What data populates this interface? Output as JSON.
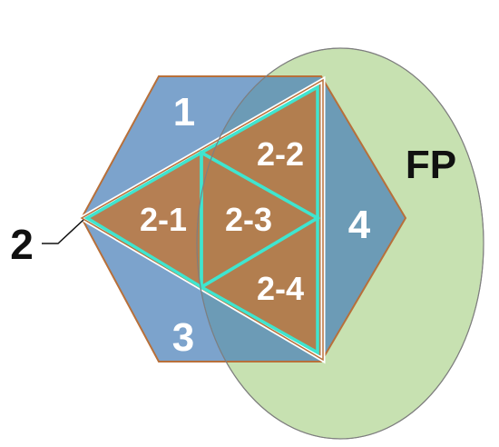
{
  "labels": {
    "region_1": "1",
    "region_3": "3",
    "region_4": "4",
    "region_2": "2",
    "sub_2_1": "2-1",
    "sub_2_2": "2-2",
    "sub_2_3": "2-3",
    "sub_2_4": "2-4",
    "ellipse": "FP"
  },
  "colors": {
    "ellipse_fill": "#c7e1b1",
    "ellipse_stroke": "#7f7f7f",
    "hexagon_fill": "#4a7fb9",
    "hexagon_stroke": "#b8703a",
    "triangle_fill": "#c27838",
    "triangle_stroke": "#b8703a",
    "subtriangle_stroke": "#3fe5cf",
    "label_white": "#ffffff",
    "label_dark": "#111111"
  }
}
